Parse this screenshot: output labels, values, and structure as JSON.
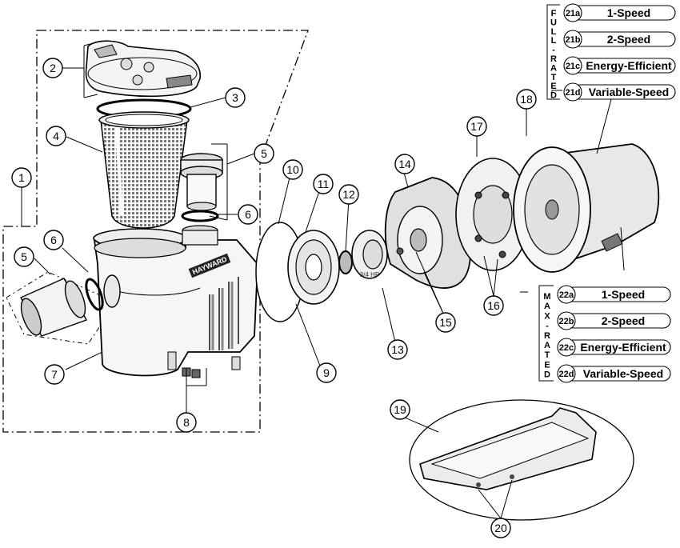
{
  "brand_label": "HAYWARD",
  "impeller_code": "3/4 HP",
  "callouts": [
    {
      "id": "c1",
      "label": "1"
    },
    {
      "id": "c2",
      "label": "2"
    },
    {
      "id": "c3",
      "label": "3"
    },
    {
      "id": "c4",
      "label": "4"
    },
    {
      "id": "c5a",
      "label": "5"
    },
    {
      "id": "c5b",
      "label": "5"
    },
    {
      "id": "c6a",
      "label": "6"
    },
    {
      "id": "c6b",
      "label": "6"
    },
    {
      "id": "c7",
      "label": "7"
    },
    {
      "id": "c8",
      "label": "8"
    },
    {
      "id": "c9",
      "label": "9"
    },
    {
      "id": "c10",
      "label": "10"
    },
    {
      "id": "c11",
      "label": "11"
    },
    {
      "id": "c12",
      "label": "12"
    },
    {
      "id": "c13",
      "label": "13"
    },
    {
      "id": "c14",
      "label": "14"
    },
    {
      "id": "c15",
      "label": "15"
    },
    {
      "id": "c16",
      "label": "16"
    },
    {
      "id": "c17",
      "label": "17"
    },
    {
      "id": "c18",
      "label": "18"
    },
    {
      "id": "c19",
      "label": "19"
    },
    {
      "id": "c20",
      "label": "20"
    }
  ],
  "full_rated": {
    "letters": [
      "F",
      "U",
      "L",
      "L",
      "-",
      "R",
      "A",
      "T",
      "E",
      "D"
    ],
    "items": [
      {
        "code": "21a",
        "label": "1-Speed"
      },
      {
        "code": "21b",
        "label": "2-Speed"
      },
      {
        "code": "21c",
        "label": "Energy-Efficient"
      },
      {
        "code": "21d",
        "label": "Variable-Speed"
      }
    ]
  },
  "max_rated": {
    "letters": [
      "M",
      "A",
      "X",
      "-",
      "R",
      "A",
      "T",
      "E",
      "D"
    ],
    "items": [
      {
        "code": "22a",
        "label": "1-Speed"
      },
      {
        "code": "22b",
        "label": "2-Speed"
      },
      {
        "code": "22c",
        "label": "Energy-Efficient"
      },
      {
        "code": "22d",
        "label": "Variable-Speed"
      }
    ]
  }
}
